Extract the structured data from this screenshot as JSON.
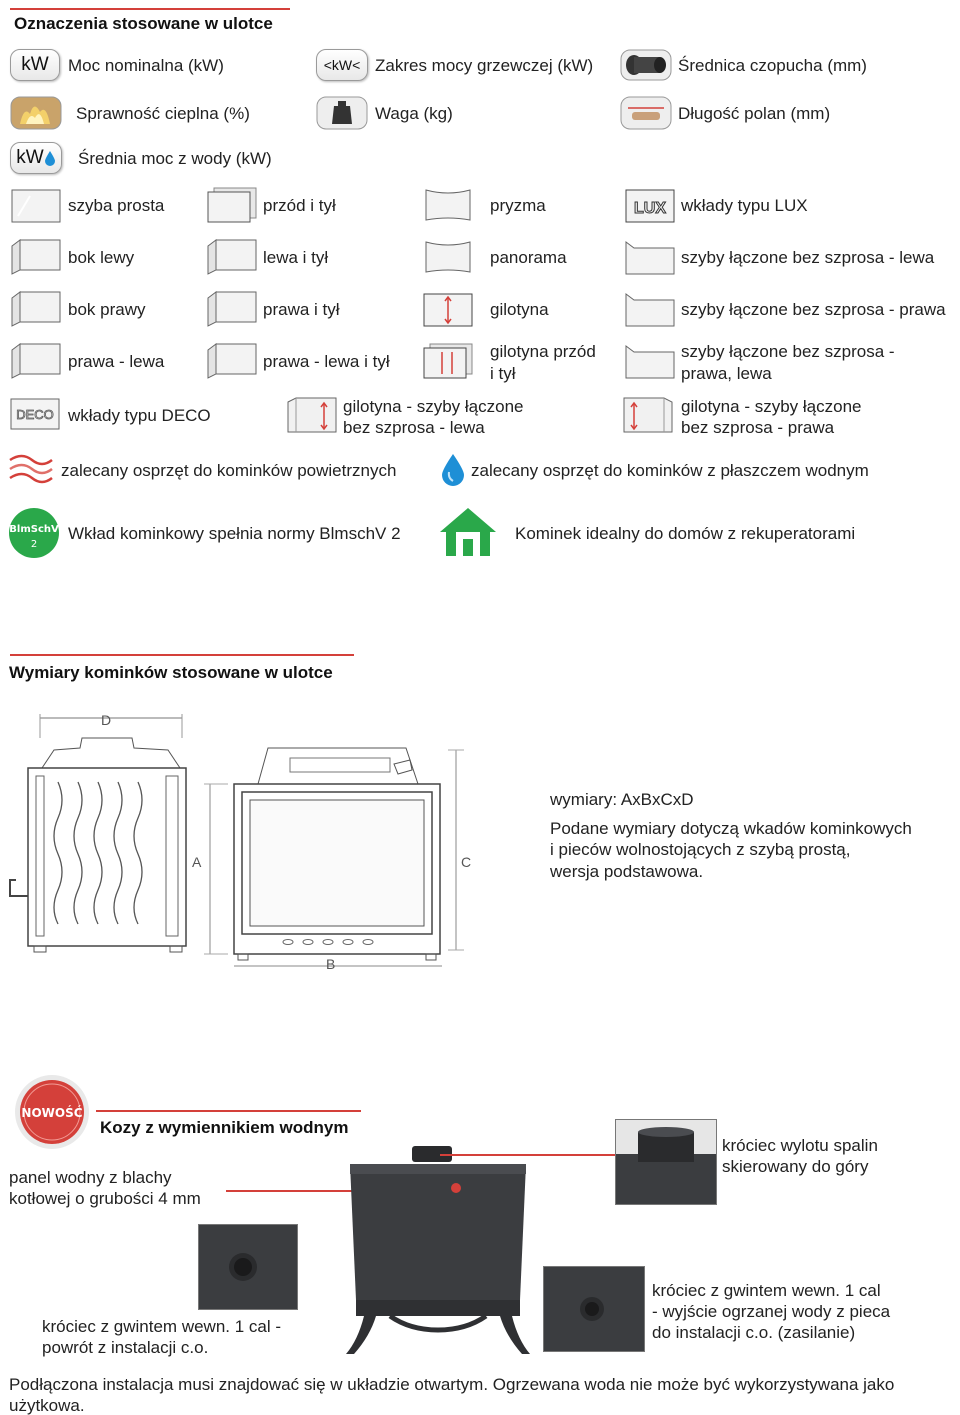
{
  "legend": {
    "title": "Oznaczenia stosowane w ulotce",
    "row1": {
      "kw_icon": "kW",
      "kw_label": "Moc nominalna (kW)",
      "range_icon": "<kW<",
      "range_label": "Zakres mocy grzewczej (kW)",
      "flue_label": "Średnica czopucha (mm)"
    },
    "row2": {
      "eff_label": "Sprawność cieplna (%)",
      "weight_label": "Waga (kg)",
      "log_label": "Długość polan (mm)"
    },
    "row3": {
      "water_icon": "kW",
      "water_label": "Średnia moc z wody (kW)"
    },
    "glass": [
      [
        "szyba prosta",
        "przód i tył",
        "pryzma",
        "wkłady typu LUX"
      ],
      [
        "bok lewy",
        "lewa i tył",
        "panorama",
        "szyby łączone bez szprosa - lewa"
      ],
      [
        "bok prawy",
        "prawa i tył",
        "gilotyna",
        "szyby łączone bez szprosa - prawa"
      ],
      [
        "prawa - lewa",
        "prawa - lewa i tył",
        "gilotyna przód",
        "szyby łączone bez szprosa -"
      ]
    ],
    "glass_extra": {
      "gil_front_line2": "i tył",
      "joined_line2": "prawa, lewa",
      "lux_icon": "LUX",
      "deco_icon": "DECO",
      "deco_label": "wkłady typu DECO",
      "gil_left_1": "gilotyna - szyby łączone",
      "gil_left_2": "bez szprosa - lewa",
      "gil_right_1": "gilotyna - szyby łączone",
      "gil_right_2": "bez szprosa - prawa"
    },
    "accessories": {
      "air": "zalecany osprzęt do kominków powietrznych",
      "water": "zalecany osprzęt do kominków z płaszczem wodnym"
    },
    "certs": {
      "blmschv_badge": "BlmSchV",
      "blmschv_badge2": "2",
      "blmschv_label": "Wkład kominkowy spełnia normy BlmschV 2",
      "recup_label": "Kominek idealny do domów z rekuperatorami"
    }
  },
  "dimensions": {
    "title": "Wymiary kominków stosowane w ulotce",
    "letters": {
      "d": "D",
      "a": "A",
      "c": "C",
      "b": "B"
    },
    "formula": "wymiary: AxBxCxD",
    "note": [
      "Podane wymiary dotyczą wkadów kominkowych",
      "i pieców wolnostojących z szybą prostą,",
      "wersja podstawowa."
    ]
  },
  "stoves": {
    "badge": "NOWOŚĆ",
    "title": "Kozy z wymiennikiem wodnym",
    "panel": [
      "panel wodny z blachy",
      "kotłowej o grubości 4 mm"
    ],
    "flue": [
      "króciec wylotu spalin",
      "skierowany do góry"
    ],
    "return": [
      "króciec z gwintem wewn. 1 cal -",
      "powrót z instalacji c.o."
    ],
    "supply": [
      "króciec z gwintem wewn. 1 cal",
      "- wyjście ogrzanej wody z pieca",
      "do instalacji c.o. (zasilanie)"
    ],
    "footer": [
      "Podłączona instalacja musi znajdować się w układzie otwartym. Ogrzewana woda nie może być wykorzystywana jako",
      "użytkowa."
    ]
  },
  "colors": {
    "accent": "#d4403a",
    "water_blue": "#1e8fd6",
    "green": "#2aa84a",
    "stove": "#3b3d40"
  }
}
